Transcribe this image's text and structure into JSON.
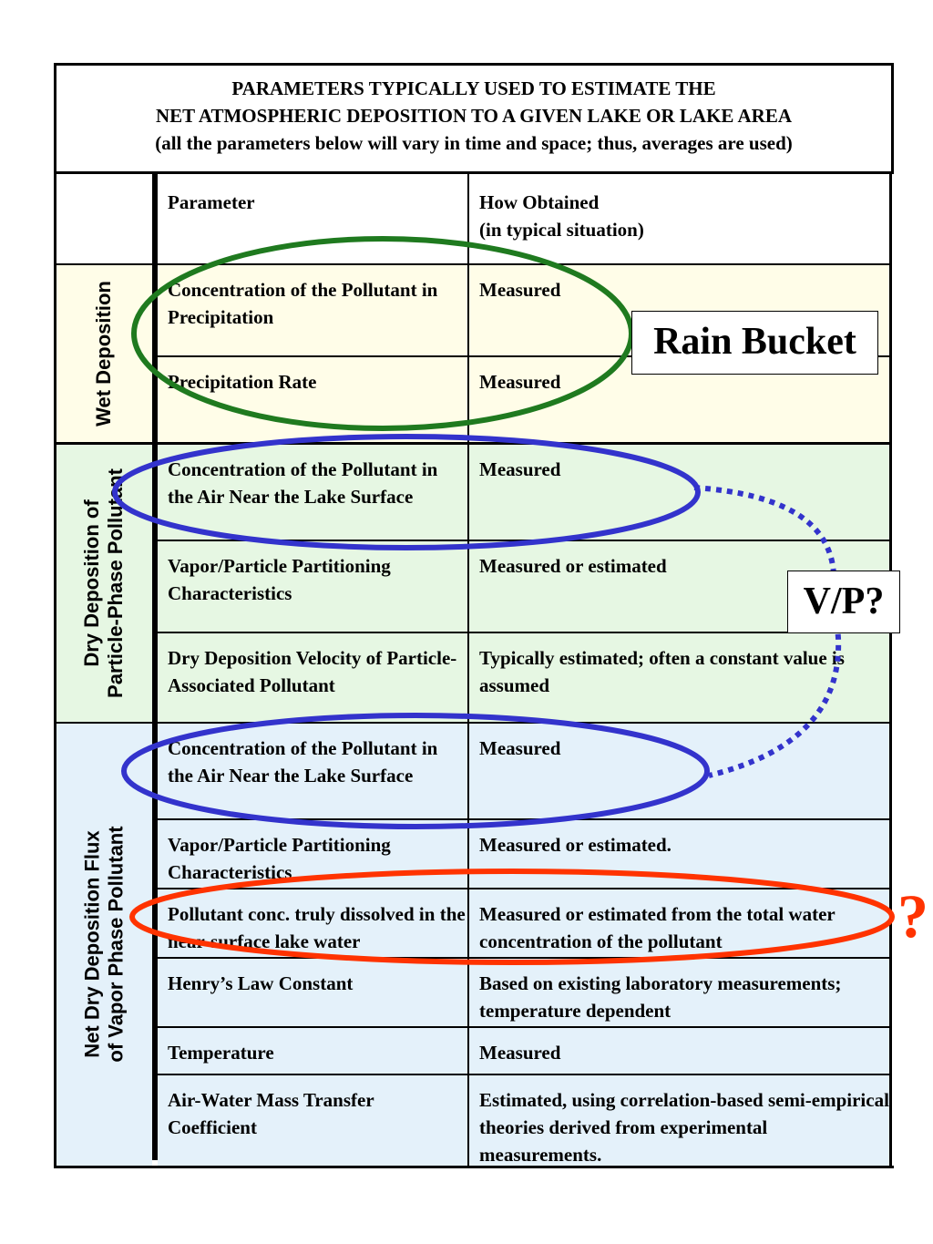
{
  "header": {
    "line1": "PARAMETERS TYPICALLY USED TO ESTIMATE THE",
    "line2": "NET ATMOSPHERIC DEPOSITION TO A GIVEN LAKE OR LAKE AREA",
    "line3": "(all the parameters below will vary in time and space; thus, averages are used)"
  },
  "columns": {
    "parameter": "Parameter",
    "how_obtained_line1": "How Obtained",
    "how_obtained_line2": "(in typical situation)"
  },
  "groups": {
    "wet": {
      "label": "Wet Deposition",
      "color": "#fffde8",
      "rows": [
        {
          "parameter": "Concentration of the Pollutant in Precipitation",
          "how": "Measured"
        },
        {
          "parameter": "Precipitation Rate",
          "how": "Measured"
        }
      ]
    },
    "dry_particle": {
      "label_line1": "Dry Deposition of",
      "label_line2": "Particle-Phase Pollutant",
      "color": "#e6f7e3",
      "rows": [
        {
          "parameter": "Concentration of the Pollutant in the Air Near the Lake Surface",
          "how": "Measured"
        },
        {
          "parameter": "Vapor/Particle Partitioning Characteristics",
          "how": "Measured or estimated"
        },
        {
          "parameter": "Dry Deposition Velocity of Particle-Associated Pollutant",
          "how": "Typically estimated; often a constant value is assumed"
        }
      ]
    },
    "vapor": {
      "label_line1": "Net Dry Deposition Flux",
      "label_line2": "of Vapor Phase Pollutant",
      "color": "#e4f1fa",
      "rows": [
        {
          "parameter": "Concentration of the Pollutant in the Air Near the Lake Surface",
          "how": "Measured"
        },
        {
          "parameter": "Vapor/Particle Partitioning Characteristics",
          "how": "Measured or estimated."
        },
        {
          "parameter": "Pollutant conc. truly dissolved in the near-surface lake water",
          "how": "Measured or estimated from the total water concentration of the pollutant"
        },
        {
          "parameter": "Henry’s Law Constant",
          "how": "Based on existing laboratory measurements; temperature dependent"
        },
        {
          "parameter": "Temperature",
          "how": "Measured"
        },
        {
          "parameter": "Air-Water Mass Transfer Coefficient",
          "how": "Estimated, using correlation-based semi-empirical theories derived from experimental measurements."
        }
      ]
    }
  },
  "annotations": {
    "rain_bucket": "Rain Bucket",
    "vp": "V/P?",
    "question": "?",
    "green": "#1f7a1f",
    "blue": "#3333cc",
    "red": "#ff3300"
  }
}
